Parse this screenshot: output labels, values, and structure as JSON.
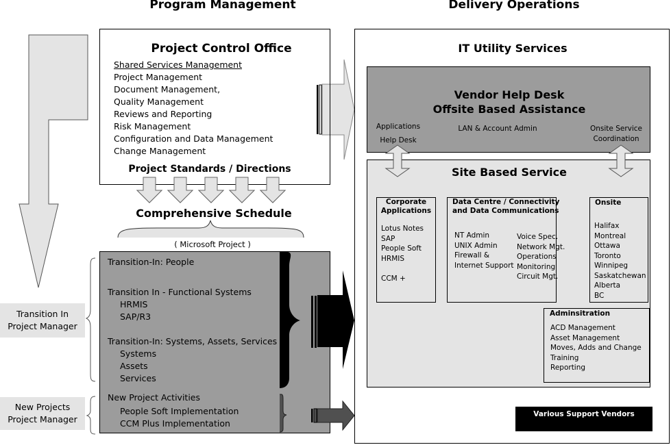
{
  "headers": {
    "left": "Program Management",
    "right": "Delivery Operations"
  },
  "project_control_office": {
    "title": "Project Control Office",
    "items": [
      "Shared Services Management",
      "Project Management",
      "Document Management,",
      "Quality Management",
      "Reviews and Reporting",
      "Risk Management",
      "Configuration and Data Management",
      "Change Management"
    ],
    "footer": "Project Standards / Directions"
  },
  "comprehensive_schedule": {
    "title": "Comprehensive Schedule",
    "subtitle": "( Microsoft Project )"
  },
  "transition_box": {
    "groups": [
      {
        "heading": "Transition-In:  People",
        "items": []
      },
      {
        "heading": "Transition In  - Functional Systems",
        "items": [
          "HRMIS",
          "SAP/R3"
        ]
      },
      {
        "heading": "Transition-In:  Systems, Assets, Services",
        "items": [
          "Systems",
          "Assets",
          "Services"
        ]
      }
    ]
  },
  "new_projects_box": {
    "heading": "New Project Activities",
    "items": [
      "People Soft Implementation",
      "CCM Plus Implementation"
    ]
  },
  "left_labels": {
    "transition_in": [
      "Transition In",
      "Project Manager"
    ],
    "new_projects": [
      "New Projects",
      "Project Manager"
    ]
  },
  "it_utility": {
    "title": "IT Utility Services",
    "vendor_help_desk": {
      "title_line1": "Vendor Help Desk",
      "title_line2": "Offsite Based Assistance",
      "applications": [
        "Applications",
        "Help Desk"
      ],
      "lan": "LAN & Account Admin",
      "onsite_coord": [
        "Onsite Service",
        "Coordination"
      ]
    },
    "site_based": {
      "title": "Site Based Service",
      "corporate_apps": {
        "title": [
          "Corporate",
          "Applications"
        ],
        "items": [
          "Lotus Notes",
          "SAP",
          "People Soft",
          "HRMIS",
          "",
          "CCM +"
        ]
      },
      "data_centre": {
        "title": [
          "Data Centre / Connectivity",
          "and Data Communications"
        ],
        "col1": [
          "NT Admin",
          "UNIX Admin",
          "Firewall &",
          "Internet Support"
        ],
        "col2": [
          "Voice Spec.",
          "Network Mgt.",
          "Operations",
          "Monitoring",
          "Circuit Mgt."
        ]
      },
      "onsite": {
        "title": "Onsite",
        "items": [
          "Halifax",
          "Montreal",
          "Ottawa",
          "Toronto",
          "Winnipeg",
          "Saskatchewan",
          "Alberta",
          "BC"
        ]
      },
      "administration": {
        "title": "Adminsitration",
        "items": [
          "ACD Management",
          "Asset Management",
          "Moves, Adds and Change",
          "Training",
          "Reporting"
        ]
      }
    },
    "vendors": "Various Support Vendors"
  },
  "colors": {
    "light_fill": "#e4e4e4",
    "mid_gray": "#9c9c9c",
    "dark_arrow": "#505050",
    "black": "#000000"
  }
}
